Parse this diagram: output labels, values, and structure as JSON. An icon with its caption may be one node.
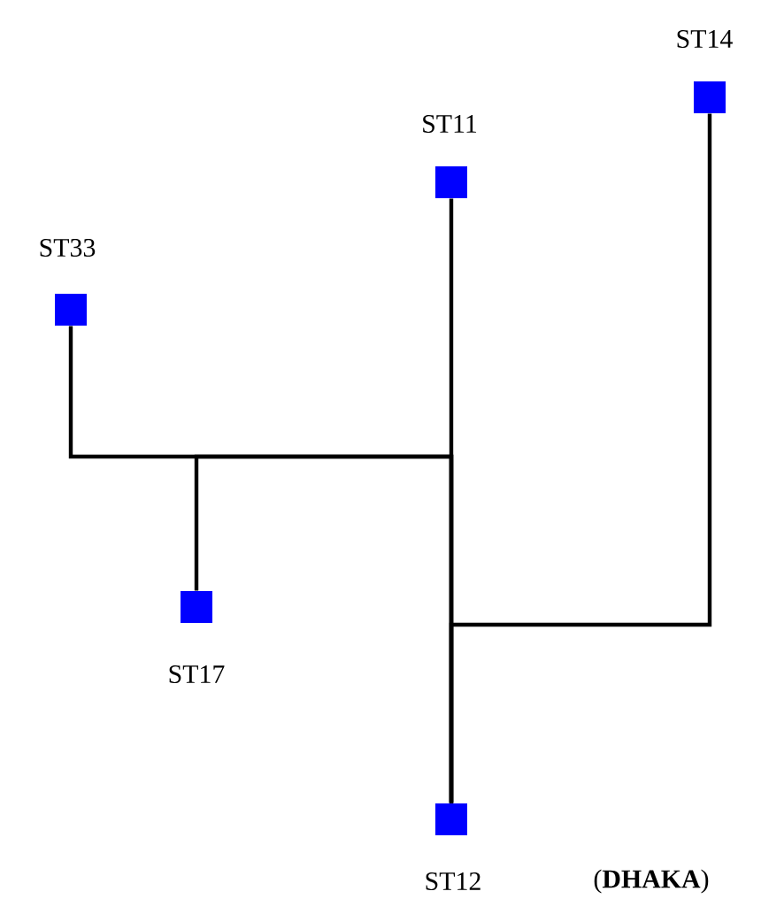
{
  "diagram": {
    "nodes": [
      {
        "text": [
          "ST33"
        ]
      },
      {
        "text": [
          "ST11"
        ]
      },
      {
        "text": [
          "ST14"
        ]
      },
      {
        "text": [
          "ST17"
        ]
      },
      {
        "text": [
          "ST12"
        ]
      }
    ],
    "labels": [
      "(**DHAKA**)"
    ],
    "edges": [
      {
        "from": 0,
        "to": 4,
        "arrow": "none"
      },
      {
        "from": 3,
        "to": 4,
        "arrow": "none"
      },
      {
        "from": 1,
        "to": 4,
        "arrow": "none"
      },
      {
        "from": 2,
        "to": 4,
        "arrow": "none"
      }
    ]
  }
}
